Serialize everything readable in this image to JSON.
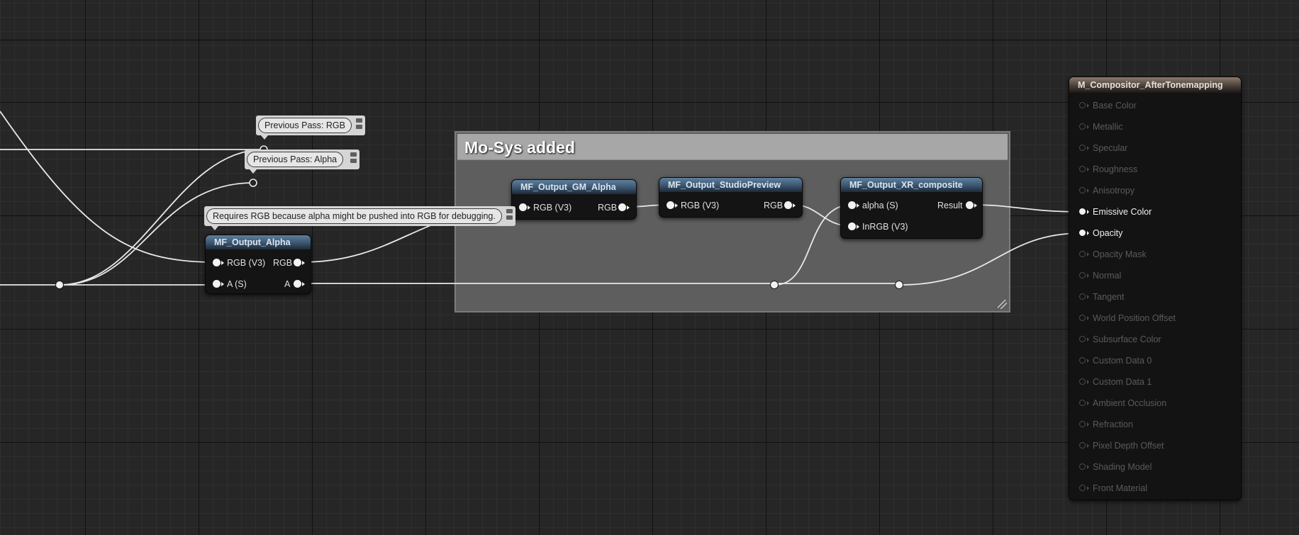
{
  "comment": {
    "title": "Mo-Sys added"
  },
  "bubbles": {
    "previous_rgb": "Previous Pass: RGB",
    "previous_alpha": "Previous Pass: Alpha",
    "requires_rgb": "Requires RGB because alpha might be pushed into RGB for debugging."
  },
  "nodes": {
    "mf_output_alpha": {
      "title": "MF_Output_Alpha",
      "inputs": [
        "RGB (V3)",
        "A (S)"
      ],
      "outputs": [
        "RGB",
        "A"
      ]
    },
    "mf_output_gm_alpha": {
      "title": "MF_Output_GM_Alpha",
      "inputs": [
        "RGB (V3)"
      ],
      "outputs": [
        "RGB"
      ]
    },
    "mf_output_studiopreview": {
      "title": "MF_Output_StudioPreview",
      "inputs": [
        "RGB (V3)"
      ],
      "outputs": [
        "RGB"
      ]
    },
    "mf_output_xr_composite": {
      "title": "MF_Output_XR_composite",
      "inputs": [
        "alpha (S)",
        "InRGB (V3)"
      ],
      "outputs": [
        "Result"
      ]
    }
  },
  "material_output": {
    "title": "M_Compositor_AfterTonemapping",
    "inputs": [
      {
        "label": "Base Color",
        "active": false
      },
      {
        "label": "Metallic",
        "active": false
      },
      {
        "label": "Specular",
        "active": false
      },
      {
        "label": "Roughness",
        "active": false
      },
      {
        "label": "Anisotropy",
        "active": false
      },
      {
        "label": "Emissive Color",
        "active": true
      },
      {
        "label": "Opacity",
        "active": true
      },
      {
        "label": "Opacity Mask",
        "active": false
      },
      {
        "label": "Normal",
        "active": false
      },
      {
        "label": "Tangent",
        "active": false
      },
      {
        "label": "World Position Offset",
        "active": false
      },
      {
        "label": "Subsurface Color",
        "active": false
      },
      {
        "label": "Custom Data 0",
        "active": false
      },
      {
        "label": "Custom Data 1",
        "active": false
      },
      {
        "label": "Ambient Occlusion",
        "active": false
      },
      {
        "label": "Refraction",
        "active": false
      },
      {
        "label": "Pixel Depth Offset",
        "active": false
      },
      {
        "label": "Shading Model",
        "active": false
      },
      {
        "label": "Front Material",
        "active": false
      }
    ]
  },
  "colors": {
    "graph_bg": "#262626",
    "wire": "#e8e8e8",
    "node_header_blue": "#3a5570",
    "output_header_brown": "#4a403a",
    "comment_fill": "#5e5e5e",
    "comment_header": "#a7a7a7"
  }
}
